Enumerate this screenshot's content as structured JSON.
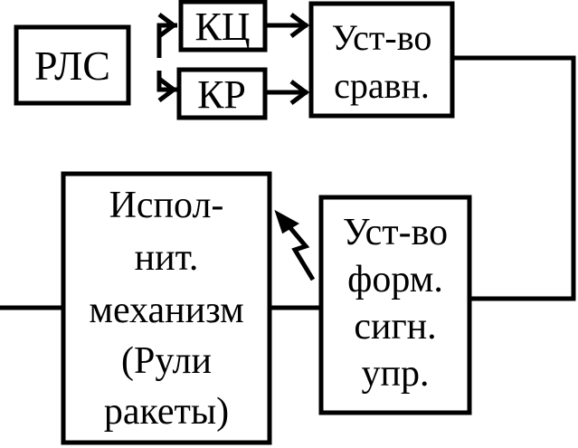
{
  "blocks": {
    "rls": {
      "label": "РЛС"
    },
    "kc": {
      "label": "КЦ"
    },
    "kr": {
      "label": "КР"
    },
    "comparator": {
      "lines": [
        "Уст-во",
        "сравн."
      ]
    },
    "control_former": {
      "lines": [
        "Уст-во",
        "форм.",
        "сигн.",
        "упр."
      ]
    },
    "actuator": {
      "lines": [
        "Испол-",
        "нит.",
        "механизм",
        "(Рули",
        "ракеты)"
      ]
    }
  },
  "colors": {
    "stroke": "#000000",
    "background": "#ffffff"
  },
  "icons": {
    "radio_link": "lightning-arrow-icon"
  }
}
